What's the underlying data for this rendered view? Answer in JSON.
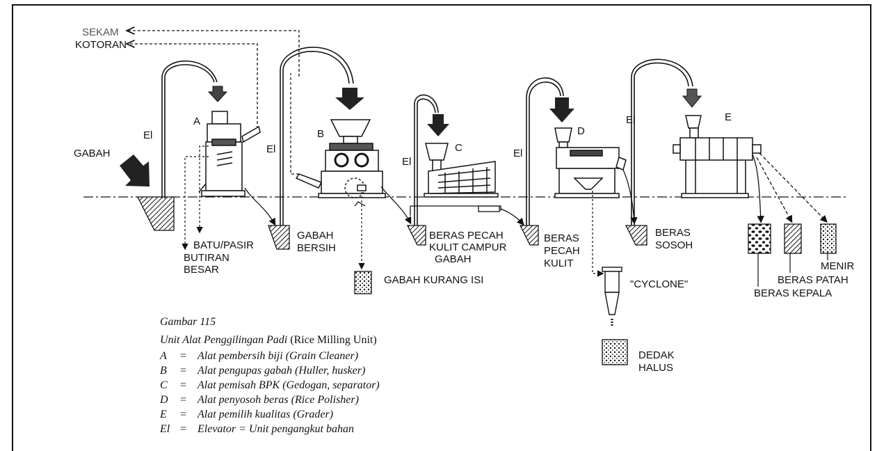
{
  "labels": {
    "sekam": "SEKAM",
    "kotoran": "KOTORAN",
    "gabah": "GABAH",
    "el": "El",
    "a": "A",
    "b": "B",
    "c": "C",
    "d": "D",
    "e": "E",
    "batu_pasir": "BATU/PASIR",
    "butiran": "BUTIRAN",
    "besar": "BESAR",
    "gabah_bersih_1": "GABAH",
    "gabah_bersih_2": "BERSIH",
    "beras_pecah_campur_1": "BERAS PECAH",
    "beras_pecah_campur_2": "KULIT CAMPUR",
    "beras_pecah_campur_3": "GABAH",
    "gabah_kurang_isi": "GABAH KURANG ISI",
    "beras_pecah_kulit_1": "BERAS",
    "beras_pecah_kulit_2": "PECAH",
    "beras_pecah_kulit_3": "KULIT",
    "beras_sosoh_1": "BERAS",
    "beras_sosoh_2": "SOSOH",
    "cyclone": "\"CYCLONE\"",
    "dedak_1": "DEDAK",
    "dedak_2": "HALUS",
    "menir": "MENIR",
    "beras_patah": "BERAS PATAH",
    "beras_kepala": "BERAS KEPALA"
  },
  "caption": {
    "figure": "Gambar 115",
    "title_italic": "Unit Alat Penggilingan Padi",
    "title_plain": " (Rice Milling Unit)"
  },
  "legend": [
    {
      "key": "A",
      "eq": "=",
      "text": "Alat pembersih biji  (Grain Cleaner)"
    },
    {
      "key": "B",
      "eq": "=",
      "text": "Alat pengupas gabah (Huller, husker)"
    },
    {
      "key": "C",
      "eq": "=",
      "text": "Alat pemisah BPK (Gedogan, separator)"
    },
    {
      "key": "D",
      "eq": "=",
      "text": "Alat penyosoh beras (Rice Polisher)"
    },
    {
      "key": "E",
      "eq": "=",
      "text": "Alat pemilih kualitas (Grader)"
    },
    {
      "key": "El",
      "eq": "=",
      "text": "Elevator = Unit pengangkut bahan"
    }
  ]
}
